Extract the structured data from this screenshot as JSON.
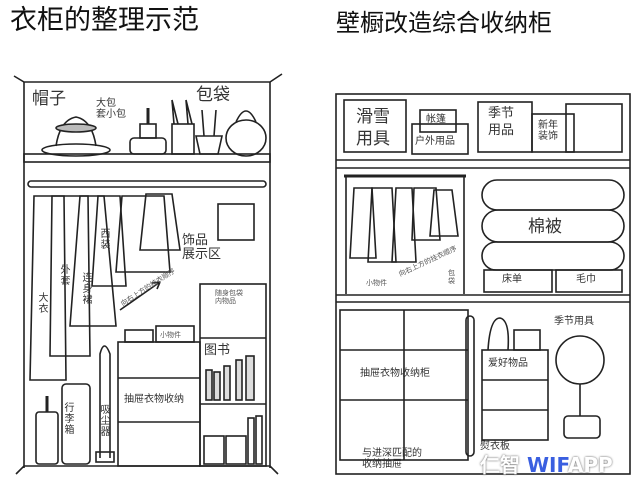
{
  "left": {
    "title": "衣柜的整理示范",
    "labels": {
      "hats": "帽子",
      "nested_bags": "大包\n套小包",
      "bags": "包袋",
      "suit": "西装",
      "accessory_display": "饰品\n展示区",
      "jacket": "外套",
      "overcoat": "大衣",
      "dress": "连身裙",
      "hanging_order": "向右上方的挂衣顺序",
      "small_items": "小物件",
      "bag_contents": "随身包袋\n内物品",
      "books": "图书",
      "drawer_storage": "抽屉衣物收纳",
      "suitcase": "行李箱",
      "vacuum": "吸尘器"
    }
  },
  "right": {
    "title": "壁橱改造综合收纳柜",
    "labels": {
      "ski_gear": "滑雪\n用具",
      "tent": "帐篷",
      "outdoor": "户外用品",
      "seasonal_goods": "季节\n用品",
      "new_year_decor": "新年\n装饰",
      "quilts": "棉被",
      "bedsheets": "床单",
      "towels": "毛巾",
      "hanging_order": "向右上方的挂衣顺序",
      "small_items": "小物件",
      "bags": "包\n袋",
      "drawer_cabinet": "抽屉衣物收纳柜",
      "hobby_items": "爱好物品",
      "seasonal_appliances": "季节用具",
      "depth_drawers": "与进深匹配的\n收纳抽屉",
      "ironing_board": "熨衣板"
    }
  },
  "watermark": {
    "prefix": "仁智",
    "brand": "WIF",
    "suffix": "APP"
  }
}
